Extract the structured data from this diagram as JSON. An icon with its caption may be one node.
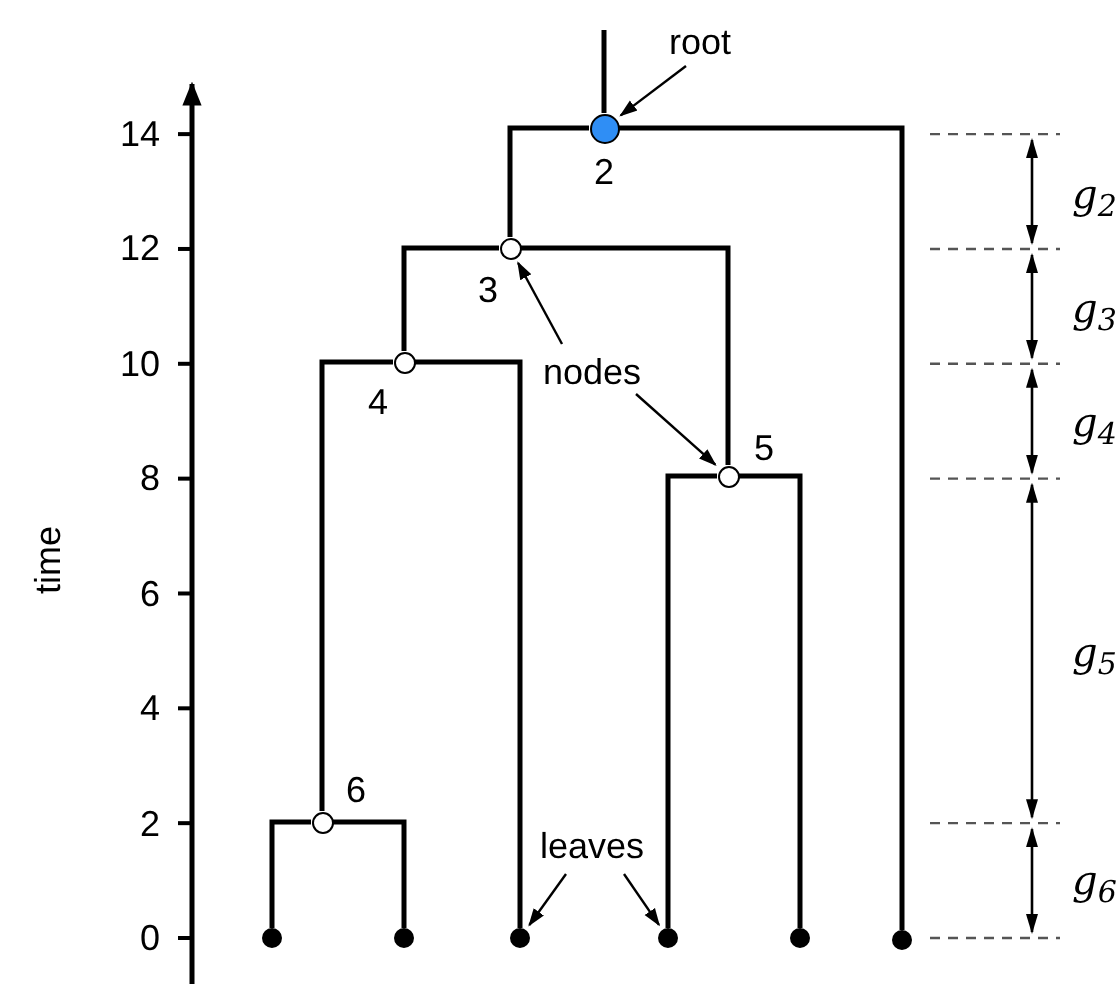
{
  "diagram": {
    "nodes": [
      {
        "text": [
          "root"
        ]
      },
      {
        "text": [],
        "shape": "circle",
        "beside": [
          "2"
        ]
      },
      {
        "text": [],
        "shape": "circle",
        "beside": [
          "3"
        ]
      },
      {
        "text": [
          "nodes"
        ]
      },
      {
        "text": [],
        "shape": "circle",
        "beside": [
          "4"
        ]
      },
      {
        "text": [],
        "shape": "circle",
        "beside": [
          "5"
        ]
      },
      {
        "text": [],
        "shape": "circle",
        "beside": [
          "6"
        ]
      },
      {
        "text": [
          "leaves"
        ]
      },
      {
        "text": [],
        "shape": "circle"
      },
      {
        "text": [],
        "shape": "circle"
      },
      {
        "text": [],
        "shape": "circle"
      },
      {
        "text": [],
        "shape": "circle"
      },
      {
        "text": [],
        "shape": "circle"
      },
      {
        "text": [],
        "shape": "circle"
      }
    ],
    "edges": [
      {
        "from": null,
        "to": 1,
        "arrow": "none"
      },
      {
        "from": 1,
        "to": 2,
        "arrow": "none"
      },
      {
        "from": 1,
        "to": 13,
        "arrow": "none"
      },
      {
        "from": 2,
        "to": 4,
        "arrow": "none"
      },
      {
        "from": 2,
        "to": 5,
        "arrow": "none"
      },
      {
        "from": 4,
        "to": 6,
        "arrow": "none"
      },
      {
        "from": 4,
        "to": 10,
        "arrow": "none"
      },
      {
        "from": 5,
        "to": 11,
        "arrow": "none"
      },
      {
        "from": 5,
        "to": 12,
        "arrow": "none"
      },
      {
        "from": 6,
        "to": 8,
        "arrow": "none"
      },
      {
        "from": 6,
        "to": 9,
        "arrow": "none"
      },
      {
        "from": 0,
        "to": 1,
        "arrow": "to"
      },
      {
        "from": 3,
        "to": 2,
        "arrow": "to"
      },
      {
        "from": 3,
        "to": 5,
        "arrow": "to"
      },
      {
        "from": 7,
        "to": 10,
        "arrow": "to"
      },
      {
        "from": 7,
        "to": 11,
        "arrow": "to"
      }
    ],
    "labels": [
      "14",
      "12",
      "10",
      "8",
      "6",
      "4",
      "2",
      "0",
      "time",
      "g$_{2}$",
      "g$_{3}$",
      "g$_{4}$",
      "g$_{5}$",
      "g$_{6}$"
    ]
  }
}
